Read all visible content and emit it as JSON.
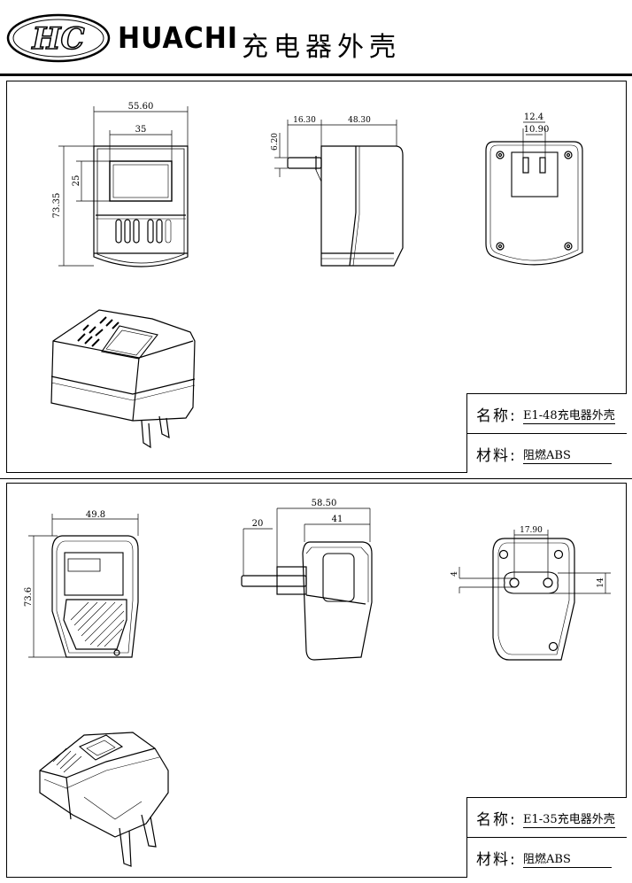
{
  "header": {
    "logo_text": "HC",
    "brand": "HUACHI",
    "title": "充电器外壳"
  },
  "panel1": {
    "dimensions": {
      "front_width": "55.60",
      "front_window_width": "35",
      "front_height": "73.35",
      "front_window_height": "25",
      "side_pin_length": "16.30",
      "side_body_depth": "48.30",
      "side_pin_diameter": "6.20",
      "back_pin_spacing_outer": "12.4",
      "back_pin_spacing_inner": "10.90"
    },
    "title_block": {
      "name_key": "名称:",
      "name_value": "E1-48充电器外壳",
      "material_key": "材料:",
      "material_value": "阻燃ABS"
    }
  },
  "panel2": {
    "dimensions": {
      "front_width": "49.8",
      "front_height": "73.6",
      "side_pin_length": "20",
      "side_total_depth": "58.50",
      "side_body_depth": "41",
      "back_pin_spacing": "17.90",
      "back_pin_diameter": "4",
      "back_pin_offset": "14"
    },
    "title_block": {
      "name_key": "名称:",
      "name_value": "E1-35充电器外壳",
      "material_key": "材料:",
      "material_value": "阻燃ABS"
    }
  }
}
